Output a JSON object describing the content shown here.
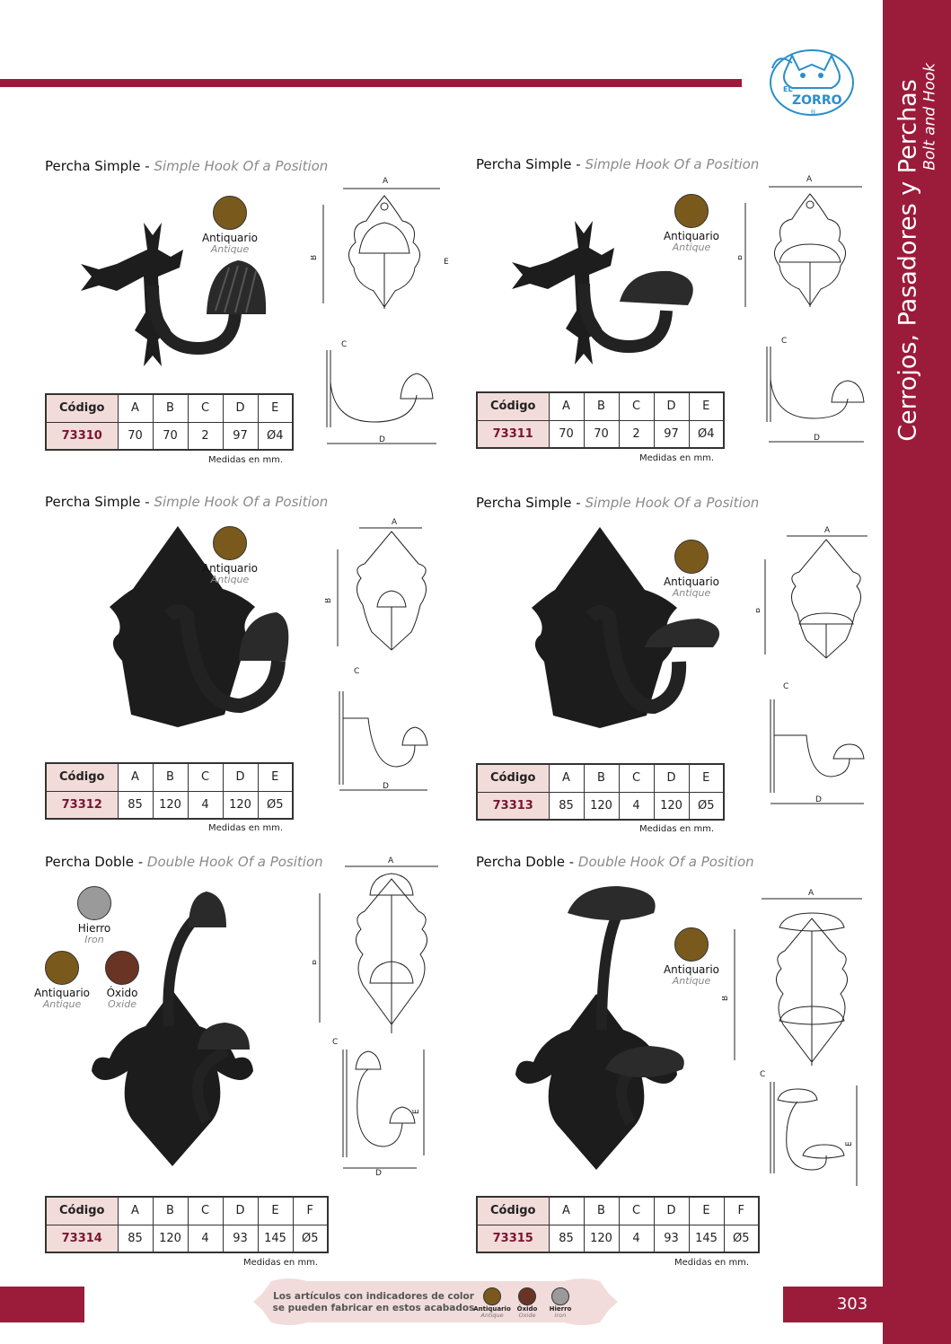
{
  "side": {
    "title_es": "Cerrojos, Pasadores y Perchas",
    "title_en": "Bolt and Hook"
  },
  "logo": {
    "text": "ZORRO",
    "top_text": "EL"
  },
  "table_headers": {
    "code": "Código"
  },
  "note": "Medidas en mm.",
  "finishes": {
    "antiquario": {
      "es": "Antiquario",
      "en": "Antique",
      "color": "#7a5a1c"
    },
    "hierro": {
      "es": "Hierro",
      "en": "Iron",
      "color": "#9a9a9a"
    },
    "oxido": {
      "es": "Óxido",
      "en": "Oxide",
      "color": "#6a3424"
    }
  },
  "products": [
    {
      "title_es": "Percha Simple",
      "title_en": "Simple Hook Of a Position",
      "cols": [
        "A",
        "B",
        "C",
        "D",
        "E"
      ],
      "code": "73310",
      "vals": [
        "70",
        "70",
        "2",
        "97",
        "Ø4"
      ]
    },
    {
      "title_es": "Percha Simple",
      "title_en": "Simple Hook Of a Position",
      "cols": [
        "A",
        "B",
        "C",
        "D",
        "E"
      ],
      "code": "73311",
      "vals": [
        "70",
        "70",
        "2",
        "97",
        "Ø4"
      ]
    },
    {
      "title_es": "Percha Simple",
      "title_en": "Simple Hook Of a Position",
      "cols": [
        "A",
        "B",
        "C",
        "D",
        "E"
      ],
      "code": "73312",
      "vals": [
        "85",
        "120",
        "4",
        "120",
        "Ø5"
      ]
    },
    {
      "title_es": "Percha Simple",
      "title_en": "Simple Hook Of a Position",
      "cols": [
        "A",
        "B",
        "C",
        "D",
        "E"
      ],
      "code": "73313",
      "vals": [
        "85",
        "120",
        "4",
        "120",
        "Ø5"
      ]
    },
    {
      "title_es": "Percha Doble",
      "title_en": "Double Hook Of a Position",
      "cols": [
        "A",
        "B",
        "C",
        "D",
        "E",
        "F"
      ],
      "code": "73314",
      "vals": [
        "85",
        "120",
        "4",
        "93",
        "145",
        "Ø5"
      ]
    },
    {
      "title_es": "Percha Doble",
      "title_en": "Double Hook Of a Position",
      "cols": [
        "A",
        "B",
        "C",
        "D",
        "E",
        "F"
      ],
      "code": "73315",
      "vals": [
        "85",
        "120",
        "4",
        "93",
        "145",
        "Ø5"
      ]
    }
  ],
  "footer": {
    "text": "Los artículos con indicadores de color se pueden fabricar en estos acabados",
    "page": "303"
  }
}
